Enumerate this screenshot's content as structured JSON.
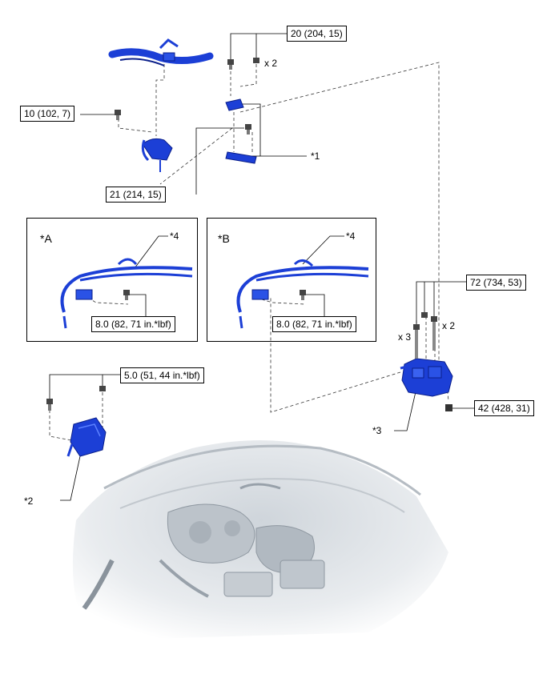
{
  "torque_specs": {
    "t20": "20 (204, 15)",
    "t10": "10 (102, 7)",
    "t21": "21 (214, 15)",
    "t72": "72 (734, 53)",
    "t42": "42 (428, 31)",
    "t5": "5.0 (51, 44 in.*lbf)",
    "t8a": "8.0 (82, 71 in.*lbf)",
    "t8b": "8.0 (82, 71 in.*lbf)"
  },
  "callouts": {
    "c1": "*1",
    "c2": "*2",
    "c3": "*3",
    "c4a": "*4",
    "c4b": "*4"
  },
  "quantities": {
    "q_top": "x 2",
    "q_mid3": "x 3",
    "q_mid2": "x 2"
  },
  "views": {
    "a": "*A",
    "b": "*B"
  },
  "colors": {
    "part_blue": "#1c3fd6",
    "part_dark": "#0b1f8a",
    "engine_gray": "#9aa3ad",
    "leader": "#000000"
  }
}
